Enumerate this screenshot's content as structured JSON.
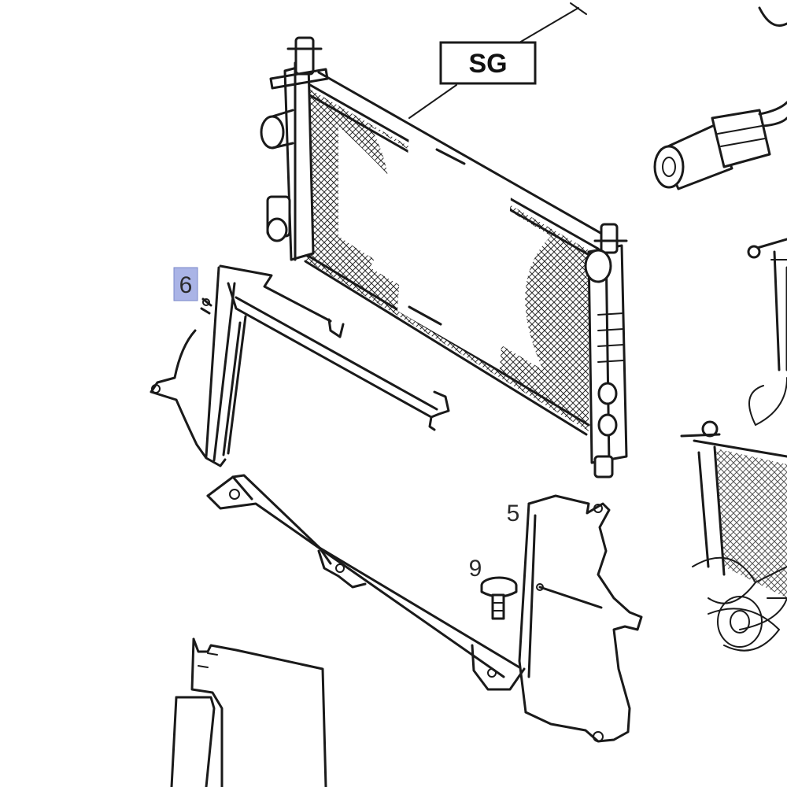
{
  "diagram": {
    "callout_box_label": "SG",
    "part_labels": [
      {
        "id": "6",
        "text": "6",
        "highlighted": true
      },
      {
        "id": "5",
        "text": "5",
        "highlighted": false
      },
      {
        "id": "9",
        "text": "9",
        "highlighted": false
      }
    ],
    "highlight_color": "#aab4e6",
    "line_color": "#1a1a1a"
  }
}
